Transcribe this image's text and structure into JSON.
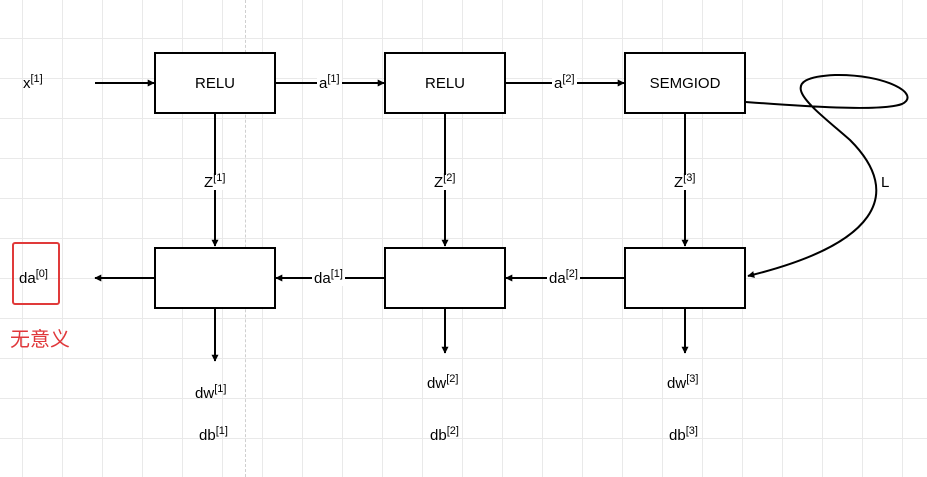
{
  "forward": {
    "input": {
      "base": "x",
      "sup": "[1]"
    },
    "layers": [
      {
        "activation": "RELU",
        "z": {
          "base": "Z",
          "sup": "[1]"
        }
      },
      {
        "activation": "RELU",
        "z": {
          "base": "Z",
          "sup": "[2]"
        }
      },
      {
        "activation": "SEMGIOD",
        "z": {
          "base": "Z",
          "sup": "[3]"
        }
      }
    ],
    "edges": [
      {
        "base": "a",
        "sup": "[1]"
      },
      {
        "base": "a",
        "sup": "[2]"
      }
    ],
    "loss_label": "L"
  },
  "backward": {
    "output": {
      "base": "da",
      "sup": "[0]"
    },
    "edges": [
      {
        "base": "da",
        "sup": "[1]"
      },
      {
        "base": "da",
        "sup": "[2]"
      }
    ],
    "grads": [
      {
        "dw": {
          "base": "dw",
          "sup": "[1]"
        },
        "db": {
          "base": "db",
          "sup": "[1]"
        }
      },
      {
        "dw": {
          "base": "dw",
          "sup": "[2]"
        },
        "db": {
          "base": "db",
          "sup": "[2]"
        }
      },
      {
        "dw": {
          "base": "dw",
          "sup": "[3]"
        },
        "db": {
          "base": "db",
          "sup": "[3]"
        }
      }
    ]
  },
  "annotation": {
    "text": "无意义",
    "color": "#e0383b"
  }
}
